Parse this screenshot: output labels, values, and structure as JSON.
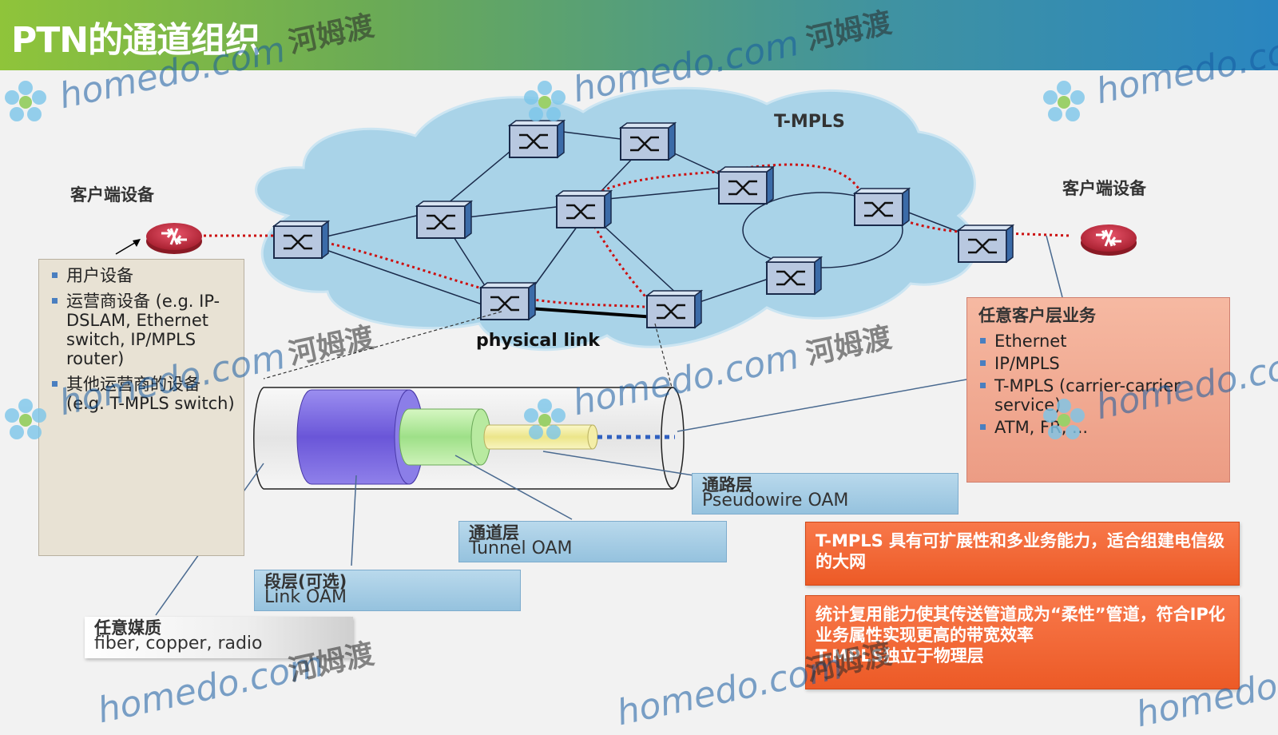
{
  "title": "PTN的通道组织",
  "cloud_label": "T-MPLS",
  "client_left_label": "客户端设备",
  "client_right_label": "客户端设备",
  "physical_link_label": "physical link",
  "client_devices": [
    "用户设备",
    "运营商设备 (e.g. IP-DSLAM, Ethernet switch, IP/MPLS router)",
    "其他运营商的设备 (e.g. T-MPLS switch)"
  ],
  "client_service": {
    "title": "任意客户层业务",
    "items": [
      "Ethernet",
      "IP/MPLS",
      "T-MPLS (carrier-carrier service)",
      "ATM, FR, ..."
    ]
  },
  "oam_layers": {
    "pseudowire": {
      "cn": "通路层",
      "en": "Pseudowire OAM"
    },
    "tunnel": {
      "cn": "通道层",
      "en": "Tunnel OAM"
    },
    "link": {
      "cn": "段层(可选)",
      "en": "Link OAM"
    },
    "media": {
      "cn": "任意媒质",
      "en": "fiber, copper, radio"
    }
  },
  "notes": [
    "T-MPLS 具有可扩展性和多业务能力，适合组建电信级的大网",
    "统计复用能力使其传送管道成为“柔性”管道，符合IP化业务属性实现更高的带宽效率",
    "T-MPLS独立于物理层"
  ],
  "watermarks": {
    "site": "homedo.com",
    "cn": "河姆渡"
  },
  "colors": {
    "path": "#cc1010",
    "cloud": "#a9d3e8",
    "orange": "#ec5a26",
    "header_start": "#8fc43a",
    "header_end": "#2a86c0"
  }
}
